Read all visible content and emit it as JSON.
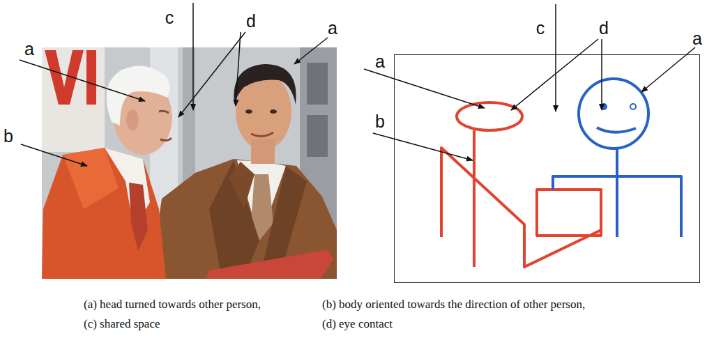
{
  "diagram": {
    "labels": [
      "a",
      "b",
      "c",
      "d",
      "a",
      "a",
      "b",
      "c",
      "d",
      "a",
      "(a) head turned towards other person,",
      "(b) body oriented towards the direction of other person,",
      "(c) shared space",
      "(d) eye contact"
    ]
  }
}
